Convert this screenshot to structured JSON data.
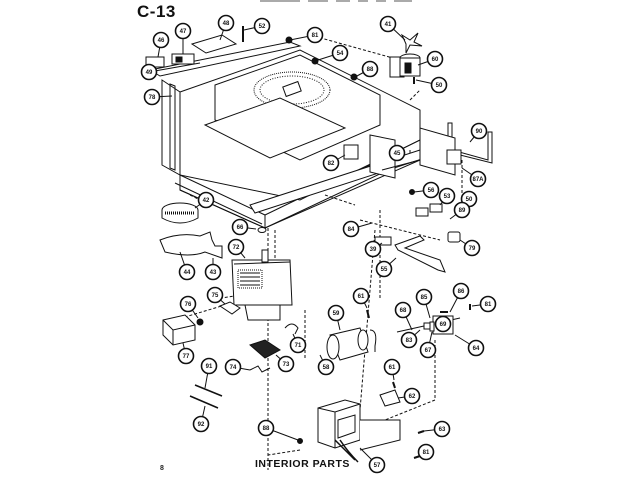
{
  "diagram": {
    "page_code": "C-13",
    "caption": "INTERIOR PARTS",
    "page_number": "8",
    "line_color": "#111111",
    "background_color": "#ffffff",
    "callouts": [
      {
        "id": "c46",
        "label": "46"
      },
      {
        "id": "c47",
        "label": "47"
      },
      {
        "id": "c48",
        "label": "48"
      },
      {
        "id": "c52a",
        "label": "52"
      },
      {
        "id": "c81a",
        "label": "81"
      },
      {
        "id": "c49",
        "label": "49"
      },
      {
        "id": "c78",
        "label": "78"
      },
      {
        "id": "c54",
        "label": "54"
      },
      {
        "id": "c41",
        "label": "41"
      },
      {
        "id": "c60",
        "label": "60"
      },
      {
        "id": "c50a",
        "label": "50"
      },
      {
        "id": "c88a",
        "label": "88"
      },
      {
        "id": "c90",
        "label": "90"
      },
      {
        "id": "c45",
        "label": "45"
      },
      {
        "id": "c82",
        "label": "82"
      },
      {
        "id": "c87a",
        "label": "87A"
      },
      {
        "id": "c56",
        "label": "56"
      },
      {
        "id": "c53",
        "label": "53"
      },
      {
        "id": "c50b",
        "label": "50"
      },
      {
        "id": "c89",
        "label": "89"
      },
      {
        "id": "c42",
        "label": "42"
      },
      {
        "id": "c43",
        "label": "43"
      },
      {
        "id": "c44",
        "label": "44"
      },
      {
        "id": "c66",
        "label": "66"
      },
      {
        "id": "c72",
        "label": "72"
      },
      {
        "id": "c84",
        "label": "84"
      },
      {
        "id": "c39",
        "label": "39"
      },
      {
        "id": "c79",
        "label": "79"
      },
      {
        "id": "c55",
        "label": "55"
      },
      {
        "id": "c76",
        "label": "76"
      },
      {
        "id": "c75",
        "label": "75"
      },
      {
        "id": "c77",
        "label": "77"
      },
      {
        "id": "c71",
        "label": "71"
      },
      {
        "id": "c73",
        "label": "73"
      },
      {
        "id": "c74",
        "label": "74"
      },
      {
        "id": "c91",
        "label": "91"
      },
      {
        "id": "c92",
        "label": "92"
      },
      {
        "id": "c61a",
        "label": "61"
      },
      {
        "id": "c59",
        "label": "59"
      },
      {
        "id": "c58",
        "label": "58"
      },
      {
        "id": "c68",
        "label": "68"
      },
      {
        "id": "c86",
        "label": "86"
      },
      {
        "id": "c85",
        "label": "85"
      },
      {
        "id": "c81b",
        "label": "81"
      },
      {
        "id": "c69",
        "label": "69"
      },
      {
        "id": "c83",
        "label": "83"
      },
      {
        "id": "c67",
        "label": "67"
      },
      {
        "id": "c64",
        "label": "64"
      },
      {
        "id": "c61b",
        "label": "61"
      },
      {
        "id": "c62",
        "label": "62"
      },
      {
        "id": "c63",
        "label": "63"
      },
      {
        "id": "c88b",
        "label": "88"
      },
      {
        "id": "c81c",
        "label": "81"
      },
      {
        "id": "c57",
        "label": "57"
      }
    ]
  }
}
